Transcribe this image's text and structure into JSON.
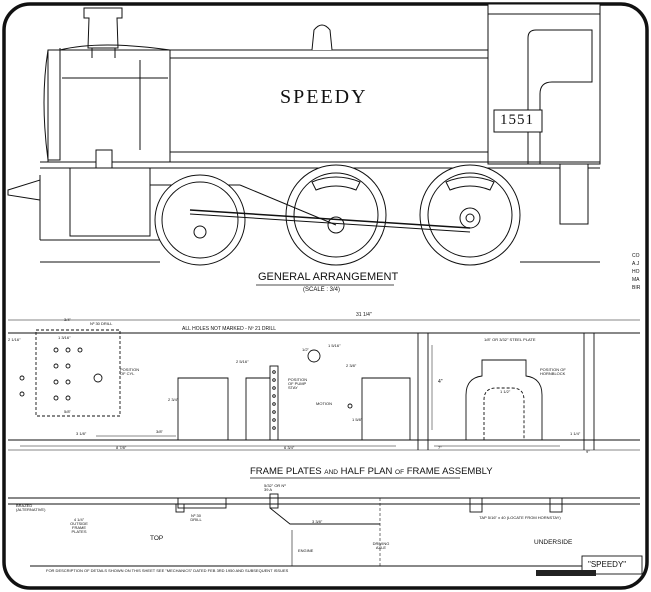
{
  "locomotive": {
    "name": "SPEEDY",
    "number": "1551"
  },
  "general_arrangement": {
    "title": "GENERAL ARRANGEMENT",
    "scale": "(SCALE : 3/4)"
  },
  "frame_plates": {
    "title_part1": "FRAME PLATES",
    "title_and": "AND",
    "title_part2": "HALF PLAN",
    "title_of": "OF",
    "title_part3": "FRAME ASSEMBLY",
    "overall_length": "31 1/4\"",
    "all_holes_note": "ALL HOLES NOT MARKED - Nº 21 DRILL",
    "drill_30": "Nº 30 DRILL",
    "position_of_cyl": "POSITION OF CYL",
    "position_of_pump_stay": "POSITION OF PUMP STAY",
    "motion": "MOTION",
    "steel_plate": "1/8\" OR 3/32\" STEEL PLATE",
    "position_of_hornblock": "POSITION OF HORNBLOCK",
    "height_4": "4\"",
    "dims": {
      "d_3_4": "3/4\"",
      "d_1_3_16": "1 3/16\"",
      "d_2_1_16": "2 1/16\"",
      "d_2_5_16": "2 5/16\"",
      "d_1_2": "1/2\"",
      "d_1_5_16": "1 5/16\"",
      "d_2_3_8": "2 3/8\"",
      "d_2_3_4": "2 3/4\"",
      "d_1_5_8": "1 5/8\"",
      "d_3_8": "3/8\"",
      "d_5_8": "5/8\"",
      "d_3_1_8": "3 1/8\"",
      "d_8_7_8": "8 7/8\"",
      "d_6_3_4": "6 3/4\"",
      "d_7": "7\"",
      "d_9": "9\"",
      "d_1_1_2": "1 1/2\"",
      "d_1_1_4": "1 1/4\""
    }
  },
  "half_plan": {
    "brazed": "BRAZED (ALTERNATIVE)",
    "outside_frame_plates": "4 1/4\" OUTSIDE FRAME PLATES",
    "top": "TOP",
    "drill_30": "Nº 30 DRILL",
    "drill_note": "5/32\" OR Nº 39 A",
    "dim_3_3_8": "3 3/8\"",
    "driving_axle": "DRIVING AXLE",
    "engine": "ENGINE",
    "underside": "UNDERSIDE",
    "tap_note": "TAP 5/16\" x 40 (LOCATE FROM HORNSTAY)"
  },
  "footer": {
    "note": "FOR DESCRIPTION OF DETAILS SHOWN ON THIS SHEET SEE \"MECHANICS\" DATED FEB 3RD 1950 AND SUBSEQUENT ISSUES",
    "title_box": "\"SPEEDY\""
  },
  "side_text": [
    "CO",
    "A.J",
    "HO",
    "MA",
    "BIR"
  ],
  "colors": {
    "ink": "#111111",
    "paper": "#ffffff",
    "border": "#111111"
  }
}
